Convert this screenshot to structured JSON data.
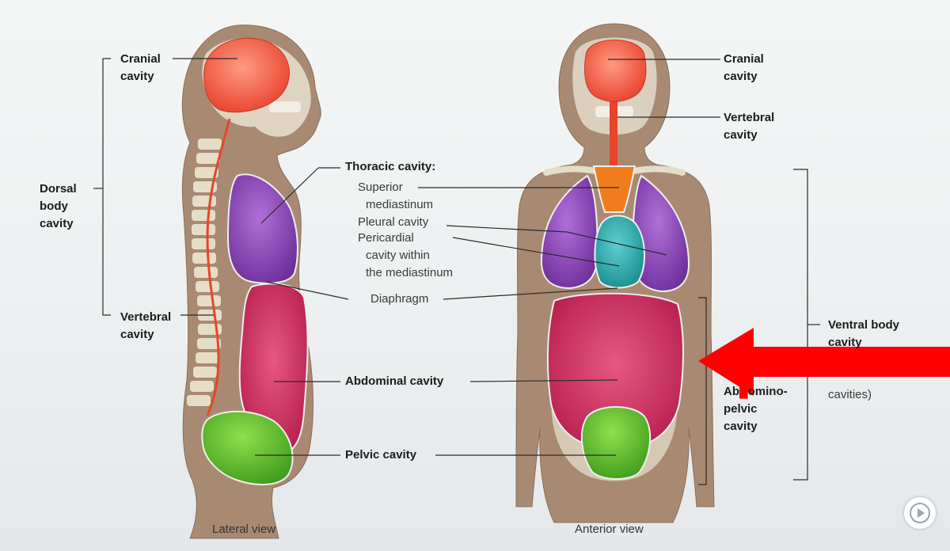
{
  "lateral": {
    "cranial": [
      "Cranial",
      "cavity"
    ],
    "dorsal": [
      "Dorsal",
      "body",
      "cavity"
    ],
    "vertebral": [
      "Vertebral",
      "cavity"
    ],
    "caption": "Lateral view"
  },
  "center": {
    "thoracic_title": "Thoracic cavity:",
    "superior": [
      "Superior",
      "mediastinum"
    ],
    "pleural": "Pleural cavity",
    "pericardial": [
      "Pericardial",
      "cavity within",
      "the mediastinum"
    ],
    "diaphragm": "Diaphragm",
    "abdominal": "Abdominal cavity",
    "pelvic": "Pelvic cavity"
  },
  "anterior": {
    "cranial": [
      "Cranial",
      "cavity"
    ],
    "vertebral": [
      "Vertebral",
      "cavity"
    ],
    "abdominopelvic": [
      "Ab",
      "ominо-",
      "pelvic",
      "cavity"
    ],
    "ventral": [
      "Ventral body",
      "cavity"
    ],
    "cavities_partial": "cavities)",
    "caption": "Anterior view"
  },
  "colors": {
    "cranial": "#f0604a",
    "thoracic": "#8e44b8",
    "mediastinum": "#f07d1c",
    "pericardial": "#1fa3a3",
    "abdominal": "#d02e5c",
    "pelvic": "#5cbf2c",
    "arrow": "#ff0000"
  }
}
